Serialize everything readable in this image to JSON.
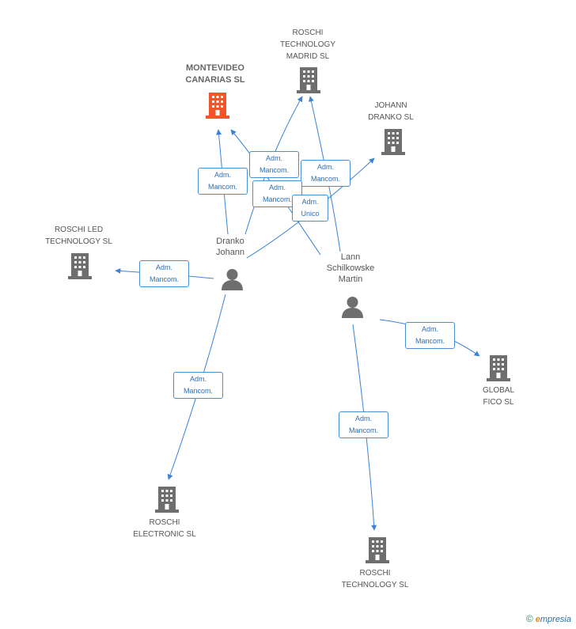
{
  "companies": {
    "montevideo": {
      "name_line1": "MONTEVIDEO",
      "name_line2": "CANARIAS SL",
      "icon": "building-icon",
      "color": "#f0562a"
    },
    "roschi_madrid": {
      "name_line1": "ROSCHI",
      "name_line2": "TECHNOLOGY",
      "name_line3": "MADRID SL",
      "icon": "building-icon"
    },
    "johann_dranko": {
      "name_line1": "JOHANN",
      "name_line2": "DRANKO SL",
      "icon": "building-icon"
    },
    "roschi_led": {
      "name_line1": "ROSCHI LED",
      "name_line2": "TECHNOLOGY SL",
      "icon": "building-icon"
    },
    "global_fico": {
      "name_line1": "GLOBAL",
      "name_line2": "FICO SL",
      "icon": "building-icon"
    },
    "roschi_electronic": {
      "name_line1": "ROSCHI",
      "name_line2": "ELECTRONIC SL",
      "icon": "building-icon"
    },
    "roschi_technology": {
      "name_line1": "ROSCHI",
      "name_line2": "TECHNOLOGY SL",
      "icon": "building-icon"
    }
  },
  "persons": {
    "dranko": {
      "name_line1": "Dranko",
      "name_line2": "Johann",
      "icon": "person-icon"
    },
    "lann": {
      "name_line1": "Lann",
      "name_line2": "Schilkowske",
      "name_line3": "Martin",
      "icon": "person-icon"
    }
  },
  "roles": {
    "r1": {
      "line1": "Adm.",
      "line2": "Mancom."
    },
    "r2": {
      "line1": "Adm.",
      "line2": "Mancom."
    },
    "r3": {
      "line1": "Adm.",
      "line2": "Mancom."
    },
    "r4": {
      "line1": "Adm.",
      "line2": "Mancom."
    },
    "r5": {
      "line1": "Adm.",
      "line2": "Unico"
    },
    "r6": {
      "line1": "Adm.",
      "line2": "Mancom."
    },
    "r7": {
      "line1": "Adm.",
      "line2": "Mancom."
    },
    "r8": {
      "line1": "Adm.",
      "line2": "Mancom."
    },
    "r9": {
      "line1": "Adm.",
      "line2": "Mancom."
    }
  },
  "colors": {
    "edge": "#3b82d6",
    "building": "#6e6e6e",
    "focus_building": "#f0562a",
    "person": "#6e6e6e"
  },
  "watermark": {
    "copyright": "©",
    "brand_e": "e",
    "brand_rest": "mpresia"
  }
}
